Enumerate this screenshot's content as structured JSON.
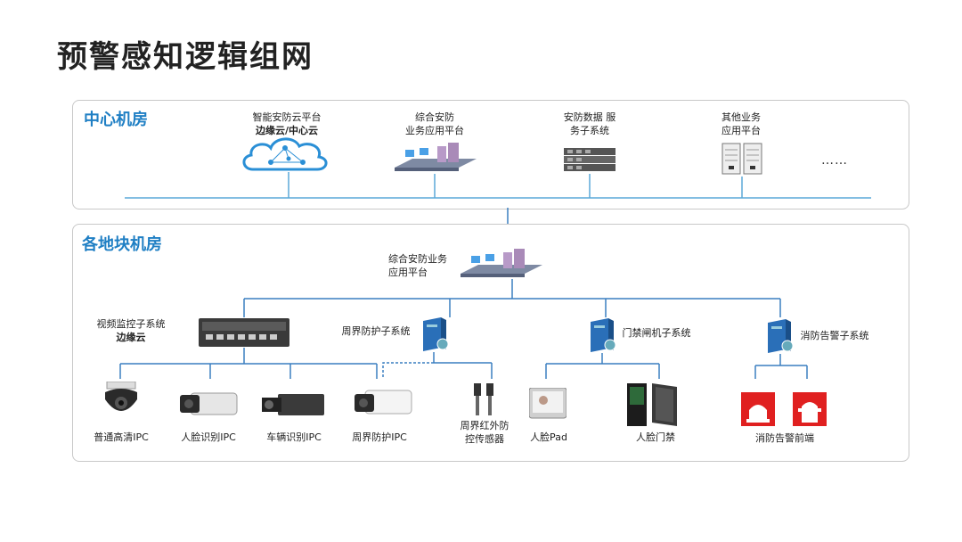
{
  "title": "预警感知逻辑组网",
  "center": {
    "title": "中心机房",
    "items": [
      {
        "line1": "智能安防云平台",
        "line2": "边缘云/中心云"
      },
      {
        "line1": "综合安防",
        "line2": "业务应用平台"
      },
      {
        "line1": "安防数据 服",
        "line2": "务子系统"
      },
      {
        "line1": "其他业务",
        "line2": "应用平台"
      }
    ],
    "more": "……"
  },
  "site": {
    "title": "各地块机房",
    "platform": {
      "line1": "综合安防业务",
      "line2": "应用平台"
    },
    "subsystems": {
      "video": {
        "line1": "视频监控子系统",
        "line2": "边缘云"
      },
      "perimeter": "周界防护子系统",
      "access": "门禁闸机子系统",
      "fire": "消防告警子系统"
    },
    "devices": {
      "ipc1": "普通高清IPC",
      "ipc2": "人脸识别IPC",
      "ipc3": "车辆识别IPC",
      "ipc4": "周界防护IPC",
      "ir_line1": "周界红外防",
      "ir_line2": "控传感器",
      "pad": "人脸Pad",
      "gate": "人脸门禁",
      "fire_front": "消防告警前端"
    }
  },
  "colors": {
    "accent": "#1f7fc4",
    "line": "#1a73b5",
    "fire": "#e02020"
  }
}
